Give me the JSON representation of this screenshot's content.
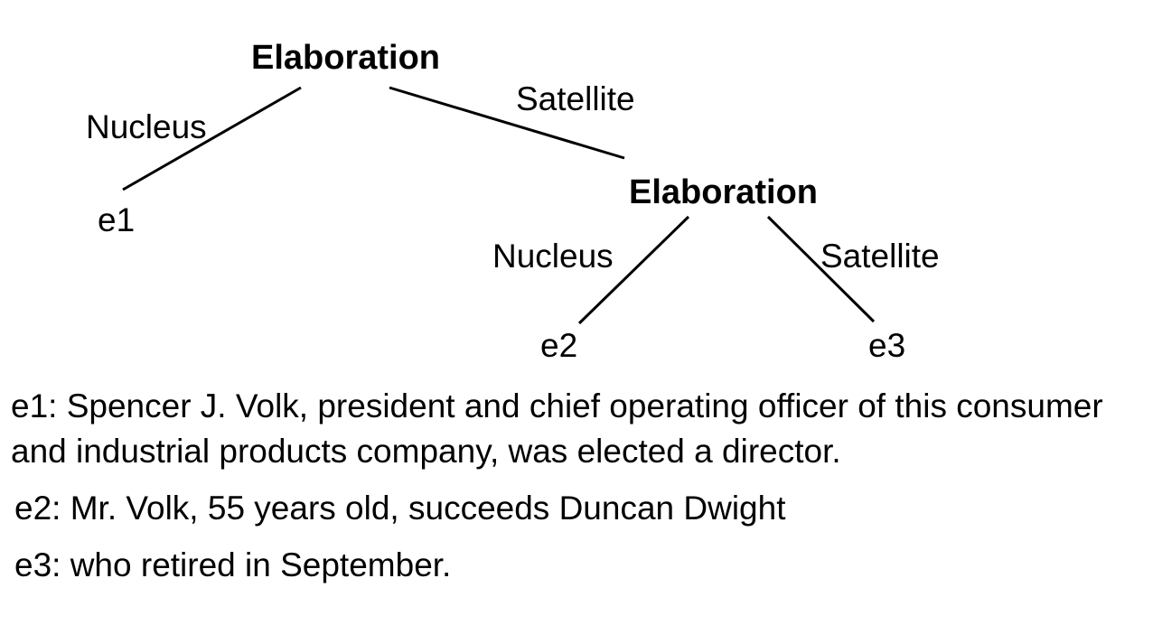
{
  "diagram": {
    "nodes": {
      "root": {
        "relation": "Elaboration"
      },
      "inner": {
        "relation": "Elaboration"
      },
      "e1": {
        "label": "e1"
      },
      "e2": {
        "label": "e2"
      },
      "e3": {
        "label": "e3"
      }
    },
    "edges": {
      "root_e1": {
        "from": "root",
        "to": "e1",
        "label": "Nucleus"
      },
      "root_inner": {
        "from": "root",
        "to": "inner",
        "label": "Satellite"
      },
      "inner_e2": {
        "from": "inner",
        "to": "e2",
        "label": "Nucleus"
      },
      "inner_e3": {
        "from": "inner",
        "to": "e3",
        "label": "Satellite"
      }
    }
  },
  "segments": {
    "e1": "e1: Spencer J. Volk, president and chief operating officer of this consumer and industrial products company, was elected a director.",
    "e2": "e2: Mr. Volk, 55 years old, succeeds Duncan Dwight",
    "e3": "e3: who retired in September."
  }
}
